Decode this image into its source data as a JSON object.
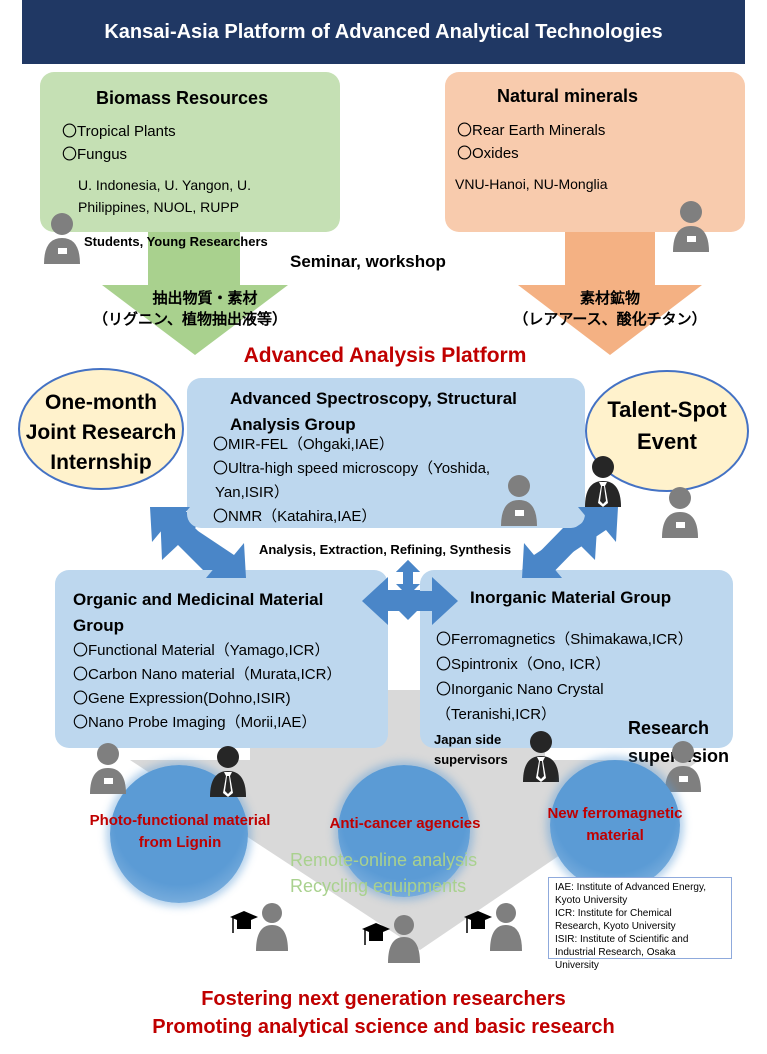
{
  "header": {
    "title": "Kansai-Asia Platform of Advanced Analytical Technologies"
  },
  "biomass": {
    "title": "Biomass Resources",
    "items": [
      "〇Tropical Plants",
      "〇Fungus"
    ],
    "universities_line1": "U. Indonesia, U. Yangon, U.",
    "universities_line2": "Philippines, NUOL, RUPP"
  },
  "minerals": {
    "title": "Natural minerals",
    "items": [
      "〇Rear Earth Minerals",
      "〇Oxides"
    ],
    "universities": "VNU-Hanoi, NU-Monglia"
  },
  "students_label": "Students, Young Researchers",
  "seminar_label": "Seminar, workshop",
  "extract_left_line1": "抽出物質・素材",
  "extract_left_line2": "（リグニン、植物抽出液等）",
  "extract_right_line1": "素材鉱物",
  "extract_right_line2": "（レアアース、酸化チタン）",
  "platform_title": "Advanced Analysis Platform",
  "internship": {
    "line1": "One-month",
    "line2": "Joint Research",
    "line3": "Internship"
  },
  "talent": {
    "line1": "Talent-Spot",
    "line2": "Event"
  },
  "spectroscopy": {
    "title_line1": "Advanced Spectroscopy, Structural",
    "title_line2": "Analysis Group",
    "items": [
      "〇MIR-FEL（Ohgaki,IAE）",
      "〇Ultra-high speed microscopy（Yoshida,",
      "Yan,ISIR）",
      "〇NMR（Katahira,IAE）"
    ]
  },
  "analysis_label": "Analysis, Extraction, Refining, Synthesis",
  "organic": {
    "title_line1": "Organic and Medicinal Material",
    "title_line2": "Group",
    "items": [
      "〇Functional Material（Yamago,ICR）",
      "〇Carbon Nano material（Murata,ICR）",
      "〇Gene Expression(Dohno,ISIR)",
      "〇Nano Probe Imaging（Morii,IAE）"
    ]
  },
  "inorganic": {
    "title": "Inorganic Material Group",
    "items": [
      "〇Ferromagnetics（Shimakawa,ICR）",
      "〇Spintronix（Ono, ICR）",
      "〇Inorganic Nano Crystal",
      "（Teranishi,ICR）"
    ]
  },
  "japan_side_line1": "Japan side",
  "japan_side_line2": "supervisors",
  "research_sup_line1": "Research",
  "research_sup_line2": "supervision",
  "outcomes": {
    "photo_line1": "Photo-functional material",
    "photo_line2": "from Lignin",
    "anticancer": "Anti-cancer agencies",
    "ferro_line1": "New ferromagnetic",
    "ferro_line2": "material"
  },
  "remote_line1": "Remote-online analysis",
  "remote_line2": "Recycling equipments",
  "notes": [
    "IAE: Institute of Advanced Energy,",
    "Kyoto University",
    "ICR: Institute for Chemical",
    "Research, Kyoto University",
    "ISIR: Institute of Scientific and",
    "Industrial Research, Osaka",
    "University"
  ],
  "footer_line1": "Fostering next generation researchers",
  "footer_line2": "Promoting analytical science and basic research",
  "colors": {
    "header": "#203864",
    "green": "#c5e0b4",
    "orange": "#f8cbad",
    "blue": "#bdd7ee",
    "accent_red": "#c00000",
    "arrow_blue": "#4a86c8"
  }
}
